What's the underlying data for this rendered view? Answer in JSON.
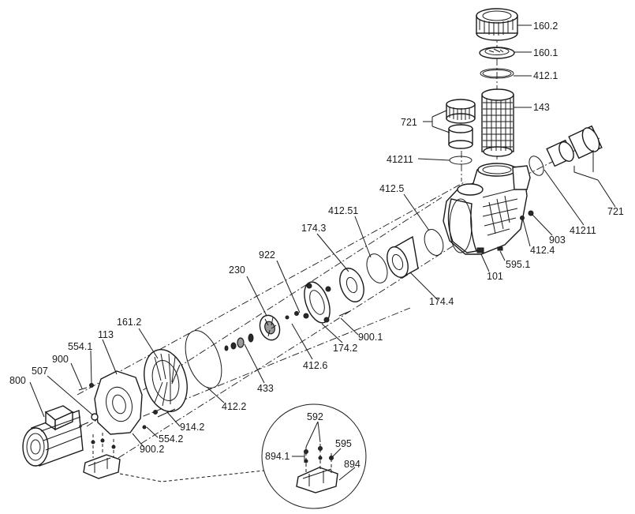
{
  "diagram": {
    "labels": {
      "l160_2": "160.2",
      "l160_1": "160.1",
      "l412_1": "412.1",
      "l143": "143",
      "l721_a": "721",
      "l41211_a": "41211",
      "l412_5": "412.5",
      "l412_51": "412.51",
      "l174_3": "174.3",
      "l922": "922",
      "l230": "230",
      "l161_2": "161.2",
      "l113": "113",
      "l554_1": "554.1",
      "l900": "900",
      "l507": "507",
      "l800": "800",
      "l721_b": "721",
      "l41211_b": "41211",
      "l903": "903",
      "l412_4": "412.4",
      "l595_1": "595.1",
      "l101": "101",
      "l174_4": "174.4",
      "l900_1": "900.1",
      "l174_2": "174.2",
      "l412_6": "412.6",
      "l433": "433",
      "l412_2": "412.2",
      "l914_2": "914.2",
      "l554_2": "554.2",
      "l900_2": "900.2",
      "l592": "592",
      "l595": "595",
      "l894_1": "894.1",
      "l894": "894"
    }
  }
}
